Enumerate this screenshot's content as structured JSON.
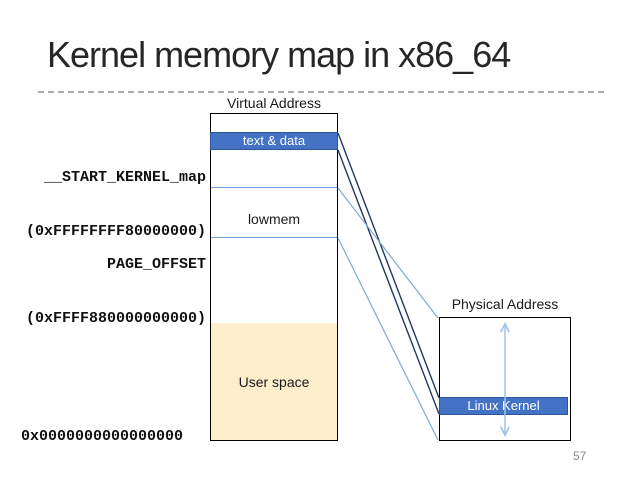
{
  "slide": {
    "title": "Kernel memory map in x86_64",
    "page_number": "57"
  },
  "virtual_column": {
    "header": "Virtual Address",
    "regions": {
      "text_data": "text & data",
      "lowmem": "lowmem",
      "user_space": "User space"
    }
  },
  "physical_column": {
    "header": "Physical Address",
    "regions": {
      "linux_kernel": "Linux Kernel"
    }
  },
  "labels": {
    "start_kernel_map": "__START_KERNEL_map",
    "start_kernel_map_addr": "(0xFFFFFFFF80000000)",
    "page_offset": "PAGE_OFFSET",
    "page_offset_addr": "(0xFFFF880000000000)",
    "zero_addr": "0x0000000000000000"
  },
  "connections": [
    {
      "from": "text & data (virtual)",
      "to": "Linux Kernel (physical)",
      "style": "dark-blue-pair"
    },
    {
      "from": "lowmem top (virtual)",
      "to": "physical box top",
      "style": "light-blue"
    },
    {
      "from": "lowmem bottom (virtual)",
      "to": "physical box bottom",
      "style": "light-blue"
    }
  ],
  "colors": {
    "band_blue": "#4472C4",
    "band_blue_border": "#2F5597",
    "user_space_fill": "#FCEECB",
    "dark_mapping_line": "#1F3864",
    "light_mapping_line": "#7FA9D6",
    "arrow_blue": "#9DC3E6",
    "separator_blue": "#6FA0D6",
    "dashed_divider": "#ABABAB",
    "title_color": "#262626",
    "page_number_color": "#8A8A8A"
  }
}
